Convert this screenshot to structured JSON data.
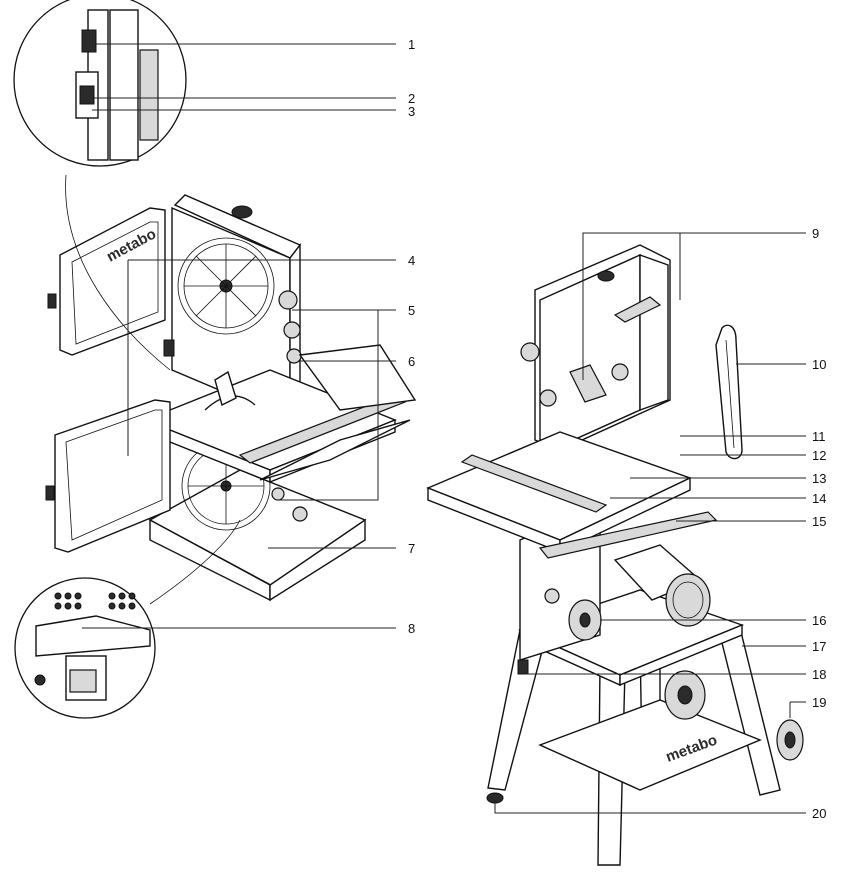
{
  "figure": {
    "callouts": [
      "1",
      "2",
      "3",
      "4",
      "5",
      "6",
      "7",
      "8",
      "9",
      "10",
      "11",
      "12",
      "13",
      "14",
      "15",
      "16",
      "17",
      "18",
      "19",
      "20"
    ],
    "brand_mark": "metabo"
  }
}
